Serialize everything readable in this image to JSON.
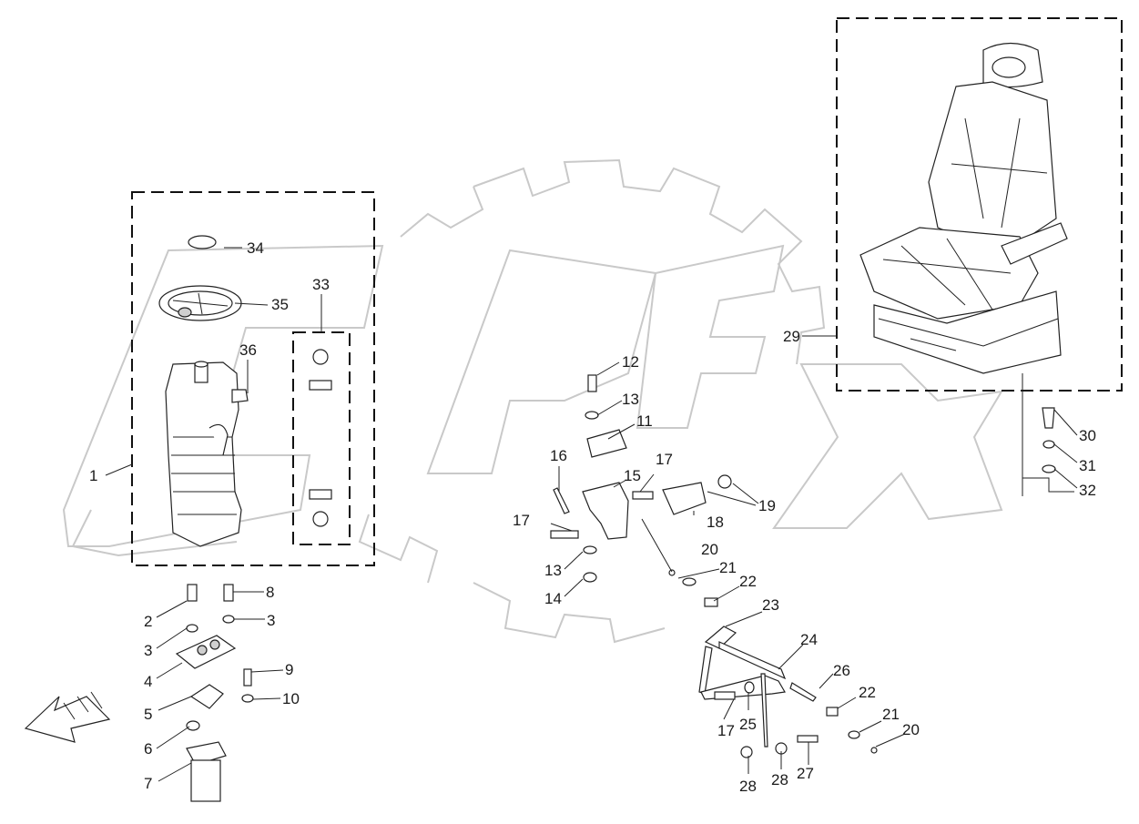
{
  "diagram": {
    "callouts": [
      {
        "id": "c1",
        "text": "1"
      },
      {
        "id": "c2",
        "text": "2"
      },
      {
        "id": "c3a",
        "text": "3"
      },
      {
        "id": "c3b",
        "text": "3"
      },
      {
        "id": "c4",
        "text": "4"
      },
      {
        "id": "c5",
        "text": "5"
      },
      {
        "id": "c6",
        "text": "6"
      },
      {
        "id": "c7",
        "text": "7"
      },
      {
        "id": "c8",
        "text": "8"
      },
      {
        "id": "c9",
        "text": "9"
      },
      {
        "id": "c10",
        "text": "10"
      },
      {
        "id": "c11",
        "text": "11"
      },
      {
        "id": "c12",
        "text": "12"
      },
      {
        "id": "c13a",
        "text": "13"
      },
      {
        "id": "c13b",
        "text": "13"
      },
      {
        "id": "c14",
        "text": "14"
      },
      {
        "id": "c15",
        "text": "15"
      },
      {
        "id": "c16",
        "text": "16"
      },
      {
        "id": "c17a",
        "text": "17"
      },
      {
        "id": "c17b",
        "text": "17"
      },
      {
        "id": "c17c",
        "text": "17"
      },
      {
        "id": "c18",
        "text": "18"
      },
      {
        "id": "c19",
        "text": "19"
      },
      {
        "id": "c20a",
        "text": "20"
      },
      {
        "id": "c20b",
        "text": "20"
      },
      {
        "id": "c21a",
        "text": "21"
      },
      {
        "id": "c21b",
        "text": "21"
      },
      {
        "id": "c22a",
        "text": "22"
      },
      {
        "id": "c22b",
        "text": "22"
      },
      {
        "id": "c23",
        "text": "23"
      },
      {
        "id": "c24",
        "text": "24"
      },
      {
        "id": "c25",
        "text": "25"
      },
      {
        "id": "c26",
        "text": "26"
      },
      {
        "id": "c27",
        "text": "27"
      },
      {
        "id": "c28a",
        "text": "28"
      },
      {
        "id": "c28b",
        "text": "28"
      },
      {
        "id": "c29",
        "text": "29"
      },
      {
        "id": "c30",
        "text": "30"
      },
      {
        "id": "c31",
        "text": "31"
      },
      {
        "id": "c32",
        "text": "32"
      },
      {
        "id": "c33",
        "text": "33"
      },
      {
        "id": "c34",
        "text": "34"
      },
      {
        "id": "c35",
        "text": "35"
      },
      {
        "id": "c36",
        "text": "36"
      }
    ]
  }
}
